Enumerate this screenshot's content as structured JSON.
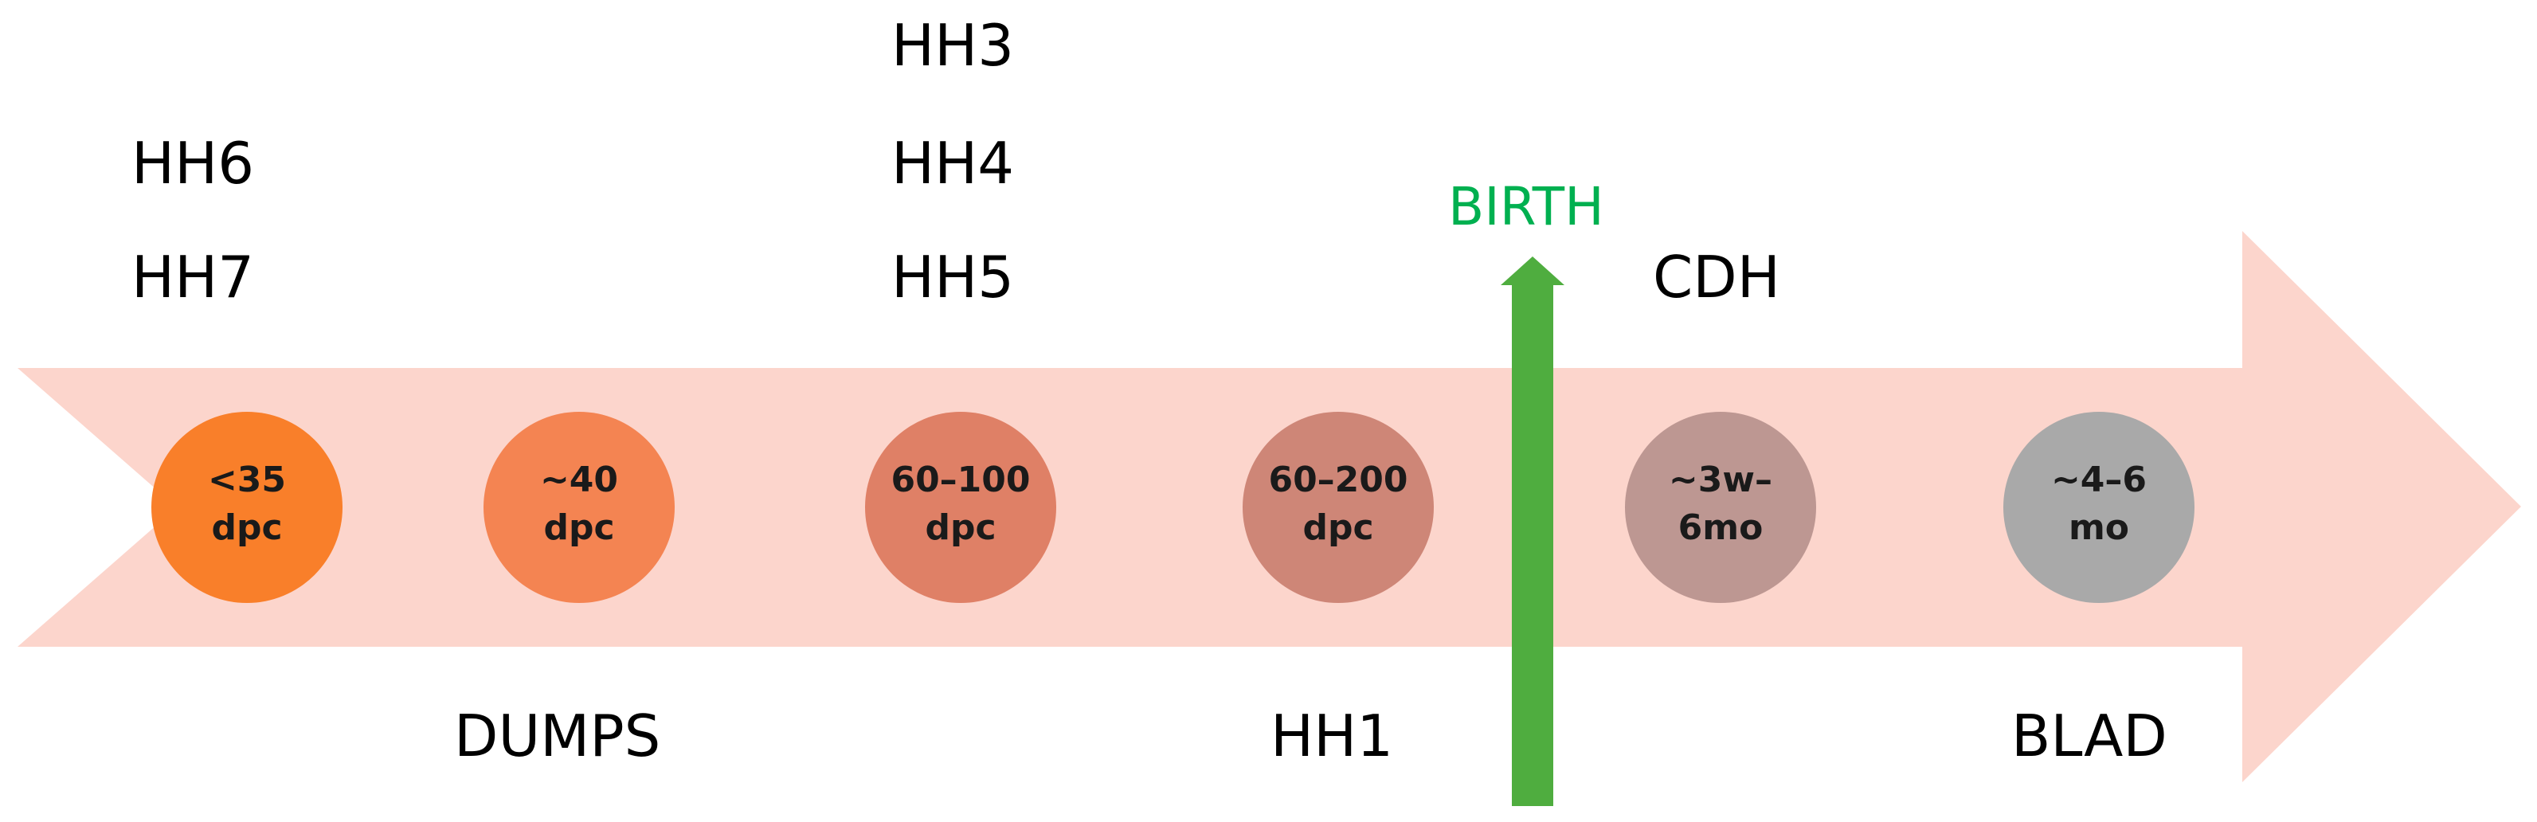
{
  "diagram": {
    "colors": {
      "arrow_fill": "#fcd5cc",
      "birth_arrow": "#4fad3f",
      "birth_text": "#00b050",
      "label_text": "#000000",
      "circle_text": "#1a1a1a"
    },
    "stages": [
      {
        "line1": "<35",
        "line2": "dpc",
        "color": "#f97f2a"
      },
      {
        "line1": "~40",
        "line2": "dpc",
        "color": "#f48452"
      },
      {
        "line1": "60–100",
        "line2": "dpc",
        "color": "#df8066"
      },
      {
        "line1": "60–200",
        "line2": "dpc",
        "color": "#ce8677"
      },
      {
        "line1": "~3w–",
        "line2": "6mo",
        "color": "#bd9792"
      },
      {
        "line1": "~4–6",
        "line2": "mo",
        "color": "#a9a9a9"
      }
    ],
    "labels_above": [
      {
        "stage": 1,
        "items": [
          "HH6",
          "HH7"
        ]
      },
      {
        "stage": 3,
        "items": [
          "HH3",
          "HH4",
          "HH5"
        ]
      },
      {
        "stage": 5,
        "items": [
          "CDH"
        ]
      }
    ],
    "labels_below": [
      {
        "stage": 2,
        "items": [
          "DUMPS"
        ]
      },
      {
        "stage": 4,
        "items": [
          "HH1"
        ]
      },
      {
        "stage": 6,
        "items": [
          "BLAD"
        ]
      }
    ],
    "birth": {
      "label": "BIRTH"
    }
  }
}
